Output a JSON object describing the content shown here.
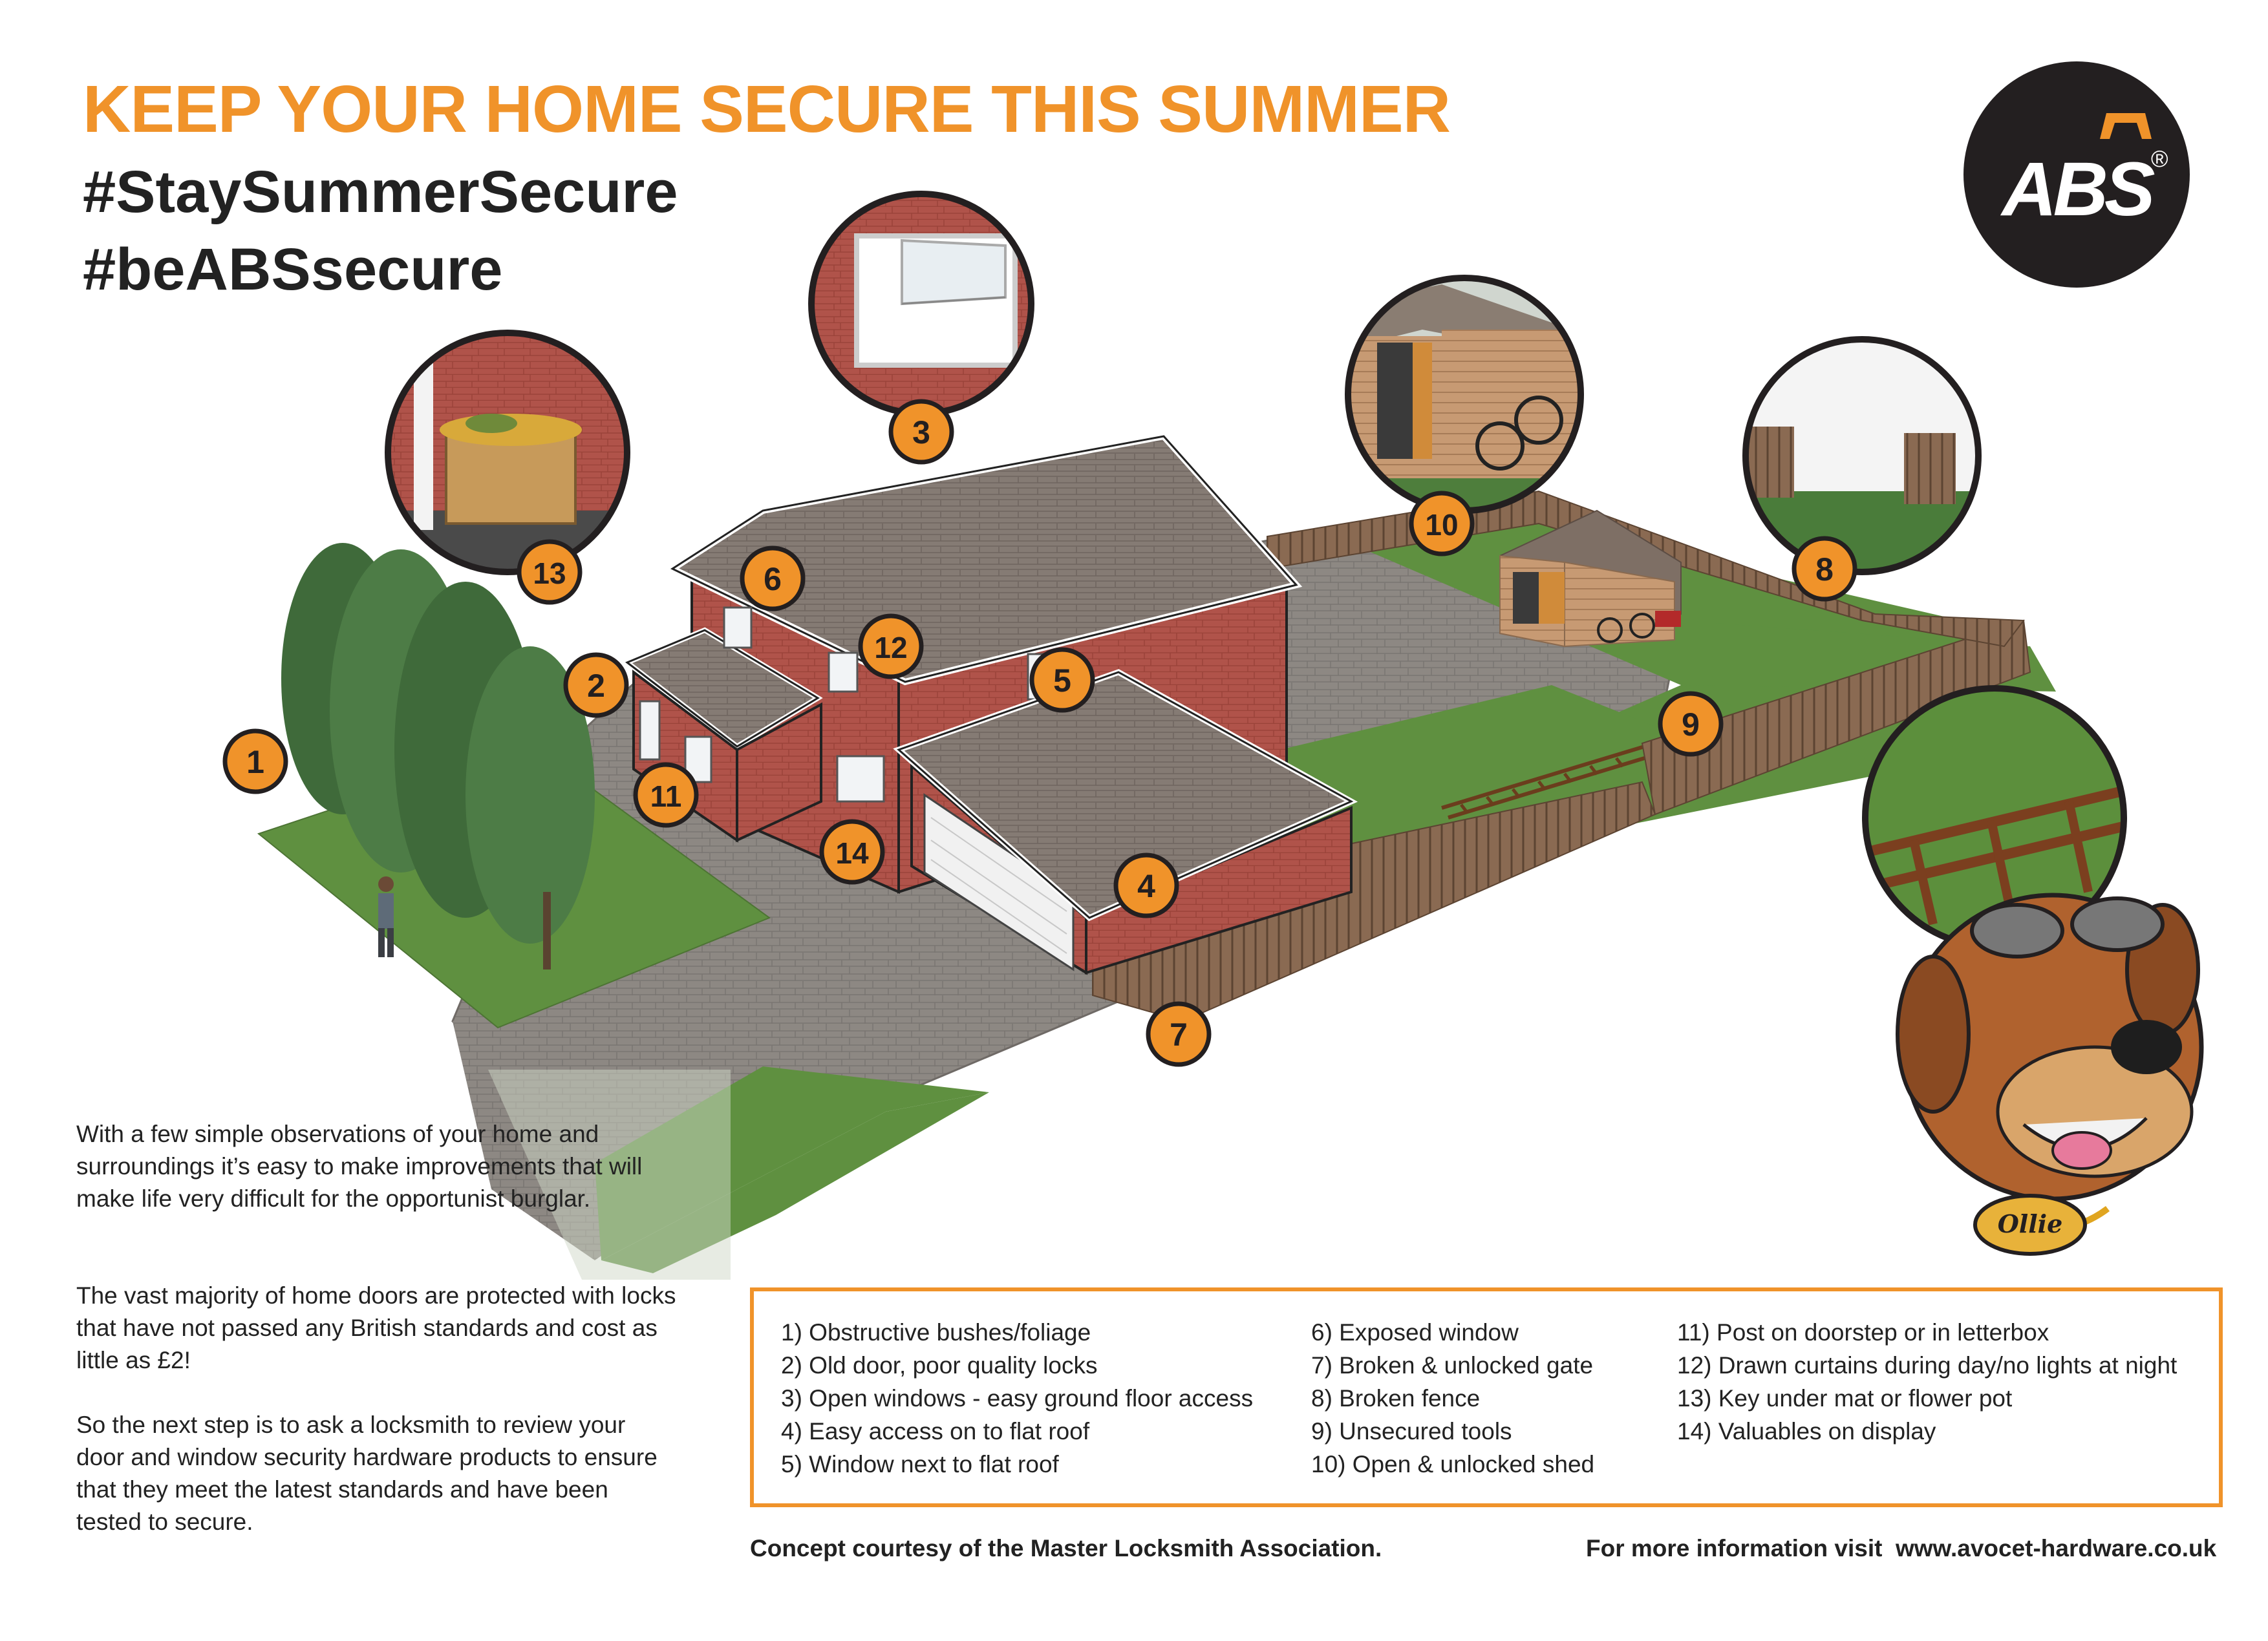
{
  "header": {
    "title": "KEEP YOUR HOME SECURE THIS SUMMER",
    "hashtag1": "#StaySummerSecure",
    "hashtag2": "#beABSsecure"
  },
  "logo": {
    "text": "ABS",
    "registered": "®"
  },
  "intro": [
    "With a few simple observations of your home and surroundings it’s easy to make improvements that will make life very difficult for the opportunist burglar.",
    "The vast majority of home doors are protected with locks that have not passed any British standards and cost as little as £2!",
    "So the next step is to ask a locksmith to review your door and window security hardware products to ensure that they meet the latest standards and have been tested to secure."
  ],
  "markers": [
    "1",
    "2",
    "3",
    "4",
    "5",
    "6",
    "7",
    "8",
    "9",
    "10",
    "11",
    "12",
    "13",
    "14"
  ],
  "legend": {
    "col1": [
      "1) Obstructive bushes/foliage",
      "2) Old door, poor quality locks",
      "3) Open windows - easy ground floor access",
      "4) Easy access on to flat roof",
      "5) Window next to flat roof"
    ],
    "col2": [
      "6) Exposed window",
      "7) Broken & unlocked gate",
      "8) Broken fence",
      "9) Unsecured tools",
      "10) Open & unlocked shed"
    ],
    "col3": [
      "11) Post on doorstep or in letterbox",
      "12) Drawn curtains during day/no lights at night",
      "13) Key under mat or flower pot",
      "14) Valuables on display"
    ]
  },
  "footer": {
    "credit": "Concept courtesy of the Master Locksmith Association.",
    "info": "For more information visit  www.avocet-hardware.co.uk"
  },
  "mascot": {
    "tag": "Ollie"
  },
  "colors": {
    "accent": "#f0932a",
    "dark": "#231f20",
    "brick": "#b0534a",
    "roof": "#847a73",
    "grass": "#5e8f3c",
    "paving": "#8a8580"
  }
}
